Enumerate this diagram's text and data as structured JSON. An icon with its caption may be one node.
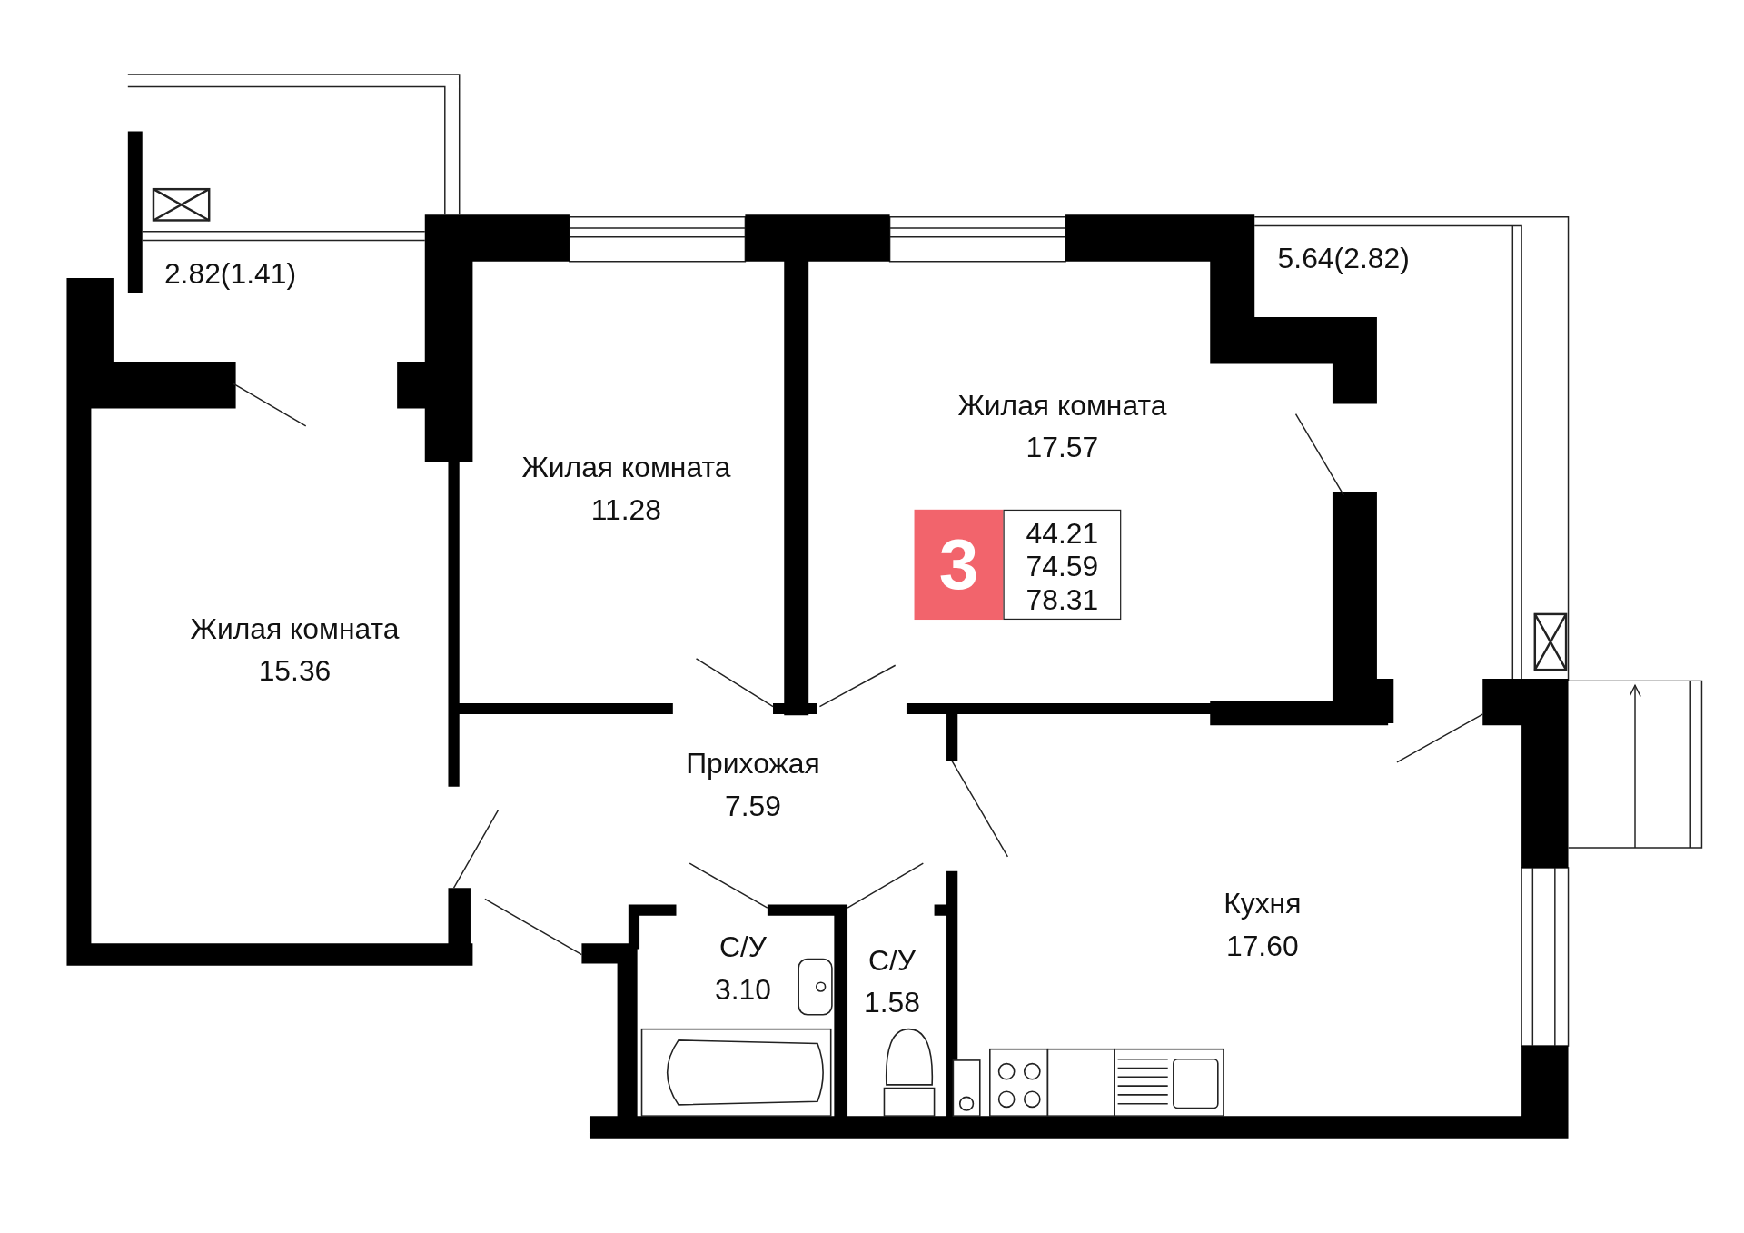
{
  "diagram": {
    "nodes": [
      {
        "text": [
          "2.82(1.41)"
        ]
      },
      {
        "text": [
          "5.64(2.82)"
        ]
      },
      {
        "text": [
          "Жилая комната",
          "17.57"
        ]
      },
      {
        "text": [
          "Жилая комната",
          "11.28"
        ]
      },
      {
        "text": [
          "Жилая комната",
          "15.36"
        ]
      },
      {
        "text": [
          "Прихожая",
          "7.59"
        ]
      },
      {
        "text": [
          "С/У",
          "3.10"
        ]
      },
      {
        "text": [
          "С/У",
          "1.58"
        ]
      },
      {
        "text": [
          "Кухня",
          "17.60"
        ]
      },
      {
        "text": [
          "3"
        ]
      },
      {
        "text": [
          "44.21",
          "74.59",
          "78.31"
        ]
      }
    ]
  }
}
